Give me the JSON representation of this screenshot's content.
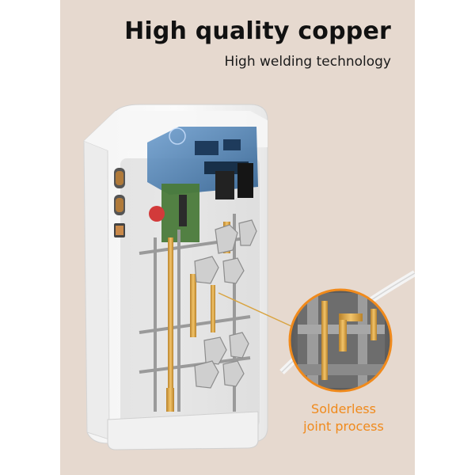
{
  "headline": "High quality copper",
  "subline": "High welding technology",
  "callout": {
    "line1": "Solderless",
    "line2": "joint process"
  },
  "colors": {
    "background": "#e6d9cf",
    "headline": "#111111",
    "accent": "#f08a1c",
    "copper": "#d9a441"
  }
}
